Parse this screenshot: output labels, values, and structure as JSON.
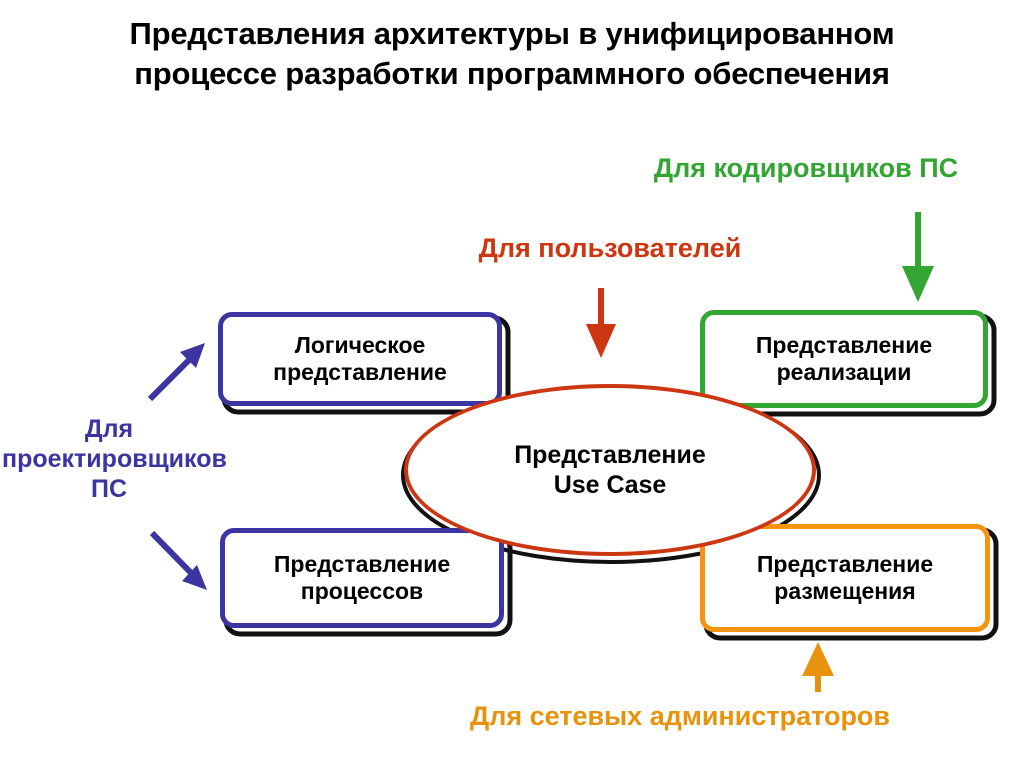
{
  "title": {
    "line1": "Представления архитектуры в унифицированном",
    "line2": "процессе разработки программного обеспечения"
  },
  "diagram": {
    "type": "4+1 architectural view model",
    "center": {
      "name": "use-case-view",
      "line1": "Представление",
      "line2": "Use Case",
      "shape": "ellipse",
      "color": "#cc3611"
    },
    "nodes": [
      {
        "name": "logical-view",
        "line1": "Логическое",
        "line2": "представление",
        "color": "#3a35a0",
        "position": "top-left"
      },
      {
        "name": "implementation-view",
        "line1": "Представление",
        "line2": "реализации",
        "color": "#33a532",
        "position": "top-right"
      },
      {
        "name": "process-view",
        "line1": "Представление",
        "line2": "процессов",
        "color": "#3a35a0",
        "position": "bottom-left"
      },
      {
        "name": "deployment-view",
        "line1": "Представление",
        "line2": "размещения",
        "color": "#f59410",
        "position": "bottom-right"
      }
    ],
    "annotations": [
      {
        "name": "coders",
        "text": "Для кодировщиков ПС",
        "color": "#33a532",
        "arrow": "down",
        "points_to": "implementation-view"
      },
      {
        "name": "users",
        "text": "Для пользователей",
        "color": "#cc3611",
        "arrow": "down",
        "points_to": "use-case-view"
      },
      {
        "name": "designers",
        "text": "Для\nпроектировщиков\nПС",
        "color": "#3a35a0",
        "arrow": "diagonal-up-right и diagonal-down-right",
        "points_to": "logical-view, process-view"
      },
      {
        "name": "network-administrators",
        "text": "Для сетевых администраторов",
        "color": "#e8930e",
        "arrow": "up",
        "points_to": "deployment-view"
      }
    ]
  }
}
